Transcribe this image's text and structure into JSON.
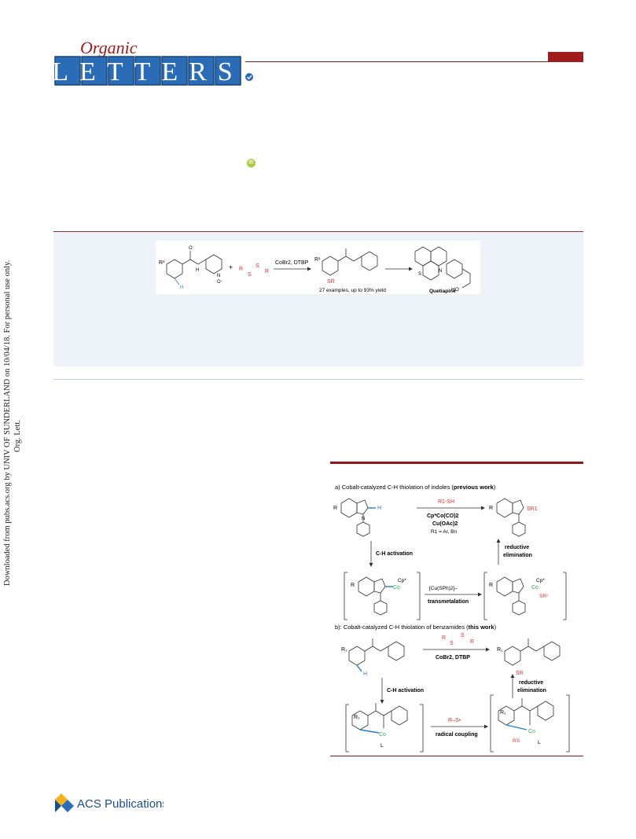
{
  "journal": {
    "logo_script": "Organic",
    "logo_letters": "LETTERS"
  },
  "publisher": {
    "name": "ACS Publications"
  },
  "margin_notice": {
    "line1": "Downloaded from pubs.acs.org by UNIV OF SUNDERLAND on 10/04/18. For personal use only.",
    "line2": "Org. Lett."
  },
  "toc_graphic": {
    "reagent_label": "CoBr2, DTBP",
    "product_group": "SR",
    "summary": "27 examples, up to 93% yield",
    "product_name": "Quetiapine",
    "ho_label": "HO"
  },
  "scheme": {
    "part_a_title": "a) Cobalt-catalyzed C-H thiolation of indoles (",
    "part_a_bold": "previous work",
    "part_a_end": ")",
    "a_reagent_thiol": "R1-SH",
    "a_catalyst": "Cp*Co(CO)2",
    "a_oxidant": "Cu(OAc)2",
    "a_r_def": "R1 = Ar, Bn",
    "a_step1": "C-H activation",
    "a_transmetal_reagent": "[Cu(SPh)2]–",
    "a_transmetal": "transmetalation",
    "a_reductive_1": "reductive",
    "a_reductive_2": "elimination",
    "a_product_group": "SR1",
    "part_b_title": "b): Cobalt-catalyzed  C-H thiolation of benzamides (",
    "part_b_bold": "this work",
    "part_b_end": ")",
    "b_reagent": "CoBr2, DTBP",
    "b_step1": "C-H activation",
    "b_radical": "R–S•",
    "b_radical_coupling": "radical coupling",
    "b_reductive_1": "reductive",
    "b_reductive_2": "elimination",
    "b_product_group": "SR",
    "b_rs_label": "RS",
    "co_label": "Co",
    "cp_label": "Cp*",
    "l_label": "L"
  },
  "colors": {
    "brand_red": "#8b1a1a",
    "logo_blue": "#2a6cb5",
    "logo_script": "#a01c1c",
    "sulfur_red": "#e0302c",
    "cobalt_green": "#27b34b",
    "bond_blue": "#1f7fd6"
  }
}
